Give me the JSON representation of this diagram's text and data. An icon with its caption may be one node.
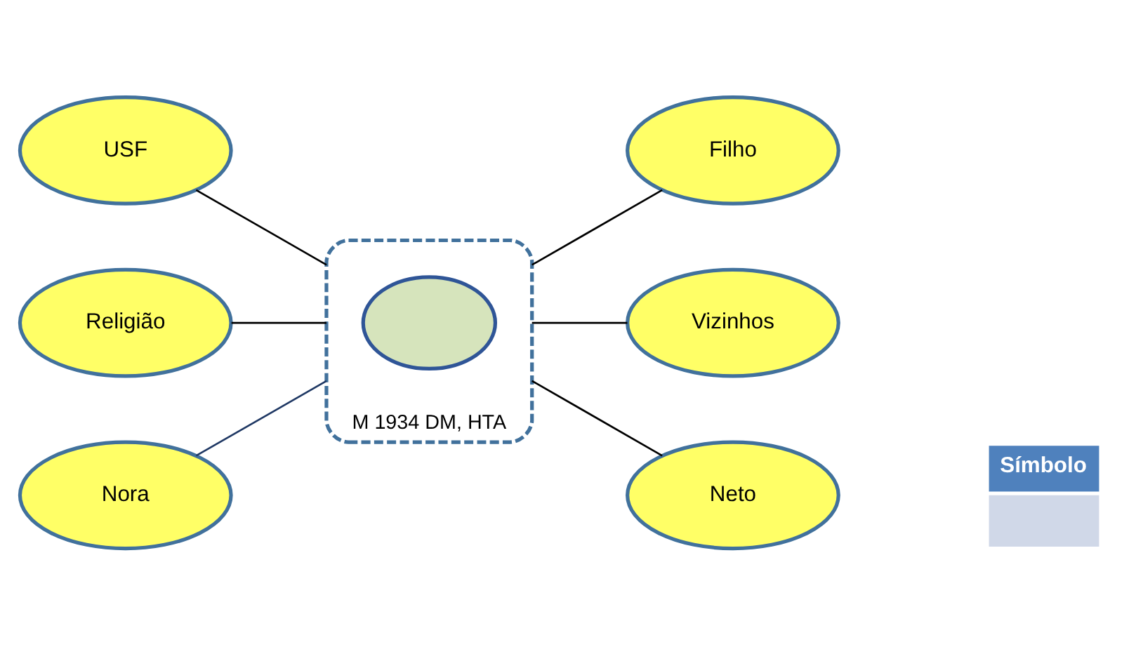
{
  "diagram": {
    "nodes": [
      {
        "text": [
          "USF"
        ]
      },
      {
        "text": [
          "Filho"
        ]
      },
      {
        "text": [
          "M 1934 DM, HTA"
        ]
      },
      {
        "text": [],
        "shape": "circle",
        "in": 2
      },
      {
        "text": [
          "Religião"
        ]
      },
      {
        "text": [
          "Vizinhos"
        ]
      },
      {
        "text": [
          "Nora"
        ]
      },
      {
        "text": [
          "Neto"
        ]
      }
    ],
    "edges": [
      {
        "from": 0,
        "to": 2,
        "arrow": "none"
      },
      {
        "from": 4,
        "to": 2,
        "arrow": "none"
      },
      {
        "from": 6,
        "to": 2,
        "arrow": "none",
        "color": "#1f3864"
      },
      {
        "from": 2,
        "to": 1,
        "arrow": "none"
      },
      {
        "from": 2,
        "to": 5,
        "arrow": "none"
      },
      {
        "from": 2,
        "to": 7,
        "arrow": "none"
      }
    ],
    "labels": [
      "Símbolo"
    ]
  }
}
